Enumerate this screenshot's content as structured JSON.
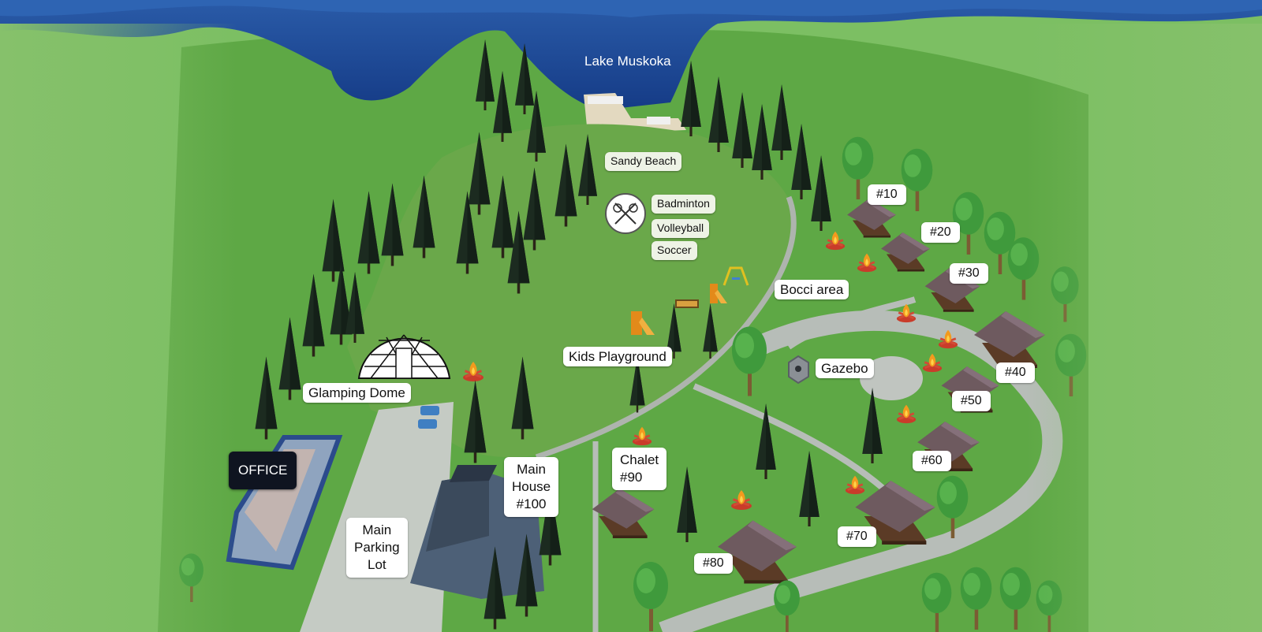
{
  "map": {
    "lake": "Lake Muskoka",
    "office": "OFFICE",
    "labels": {
      "sandy_beach": "Sandy Beach",
      "badminton": "Badminton",
      "volleyball": "Volleyball",
      "soccer": "Soccer",
      "bocci": "Bocci area",
      "kids_playground": "Kids Playground",
      "glamping_dome": "Glamping Dome",
      "gazebo": "Gazebo"
    },
    "main_house": [
      "Main",
      "House",
      "#100"
    ],
    "main_parking": [
      "Main",
      "Parking",
      "Lot"
    ],
    "chalet": [
      "Chalet",
      "#90"
    ],
    "cabins": {
      "c10": "#10",
      "c20": "#20",
      "c30": "#30",
      "c40": "#40",
      "c50": "#50",
      "c60": "#60",
      "c70": "#70",
      "c80": "#80"
    },
    "icons": [
      "sports-equipment-icon",
      "fire-pit-icon",
      "swing-set-icon",
      "playground-slide-icon",
      "sandbox-icon",
      "parked-car-icon",
      "gazebo-icon",
      "pine-tree-icon",
      "deciduous-tree-icon"
    ],
    "colors": {
      "lake": "#1f4f9e",
      "grass": "#7cbf63",
      "field": "#6aa84a",
      "road": "#b7bdb8",
      "office_label": "#0f1420"
    }
  }
}
